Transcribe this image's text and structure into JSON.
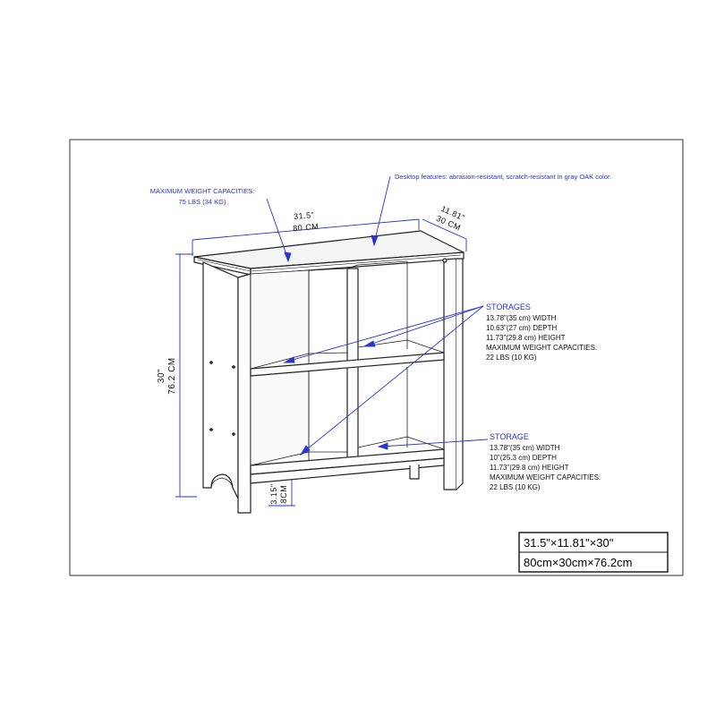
{
  "desktop_note": "Desktop features: abrasion-resistant, scratch-resistant in gray OAK color.",
  "max_weight": {
    "title": "MAXIMUM WEIGHT CAPACITIES:",
    "value": "75 LBS (34 KG)"
  },
  "dimensions": {
    "width_in": "31.5\"",
    "width_cm": "80  CM",
    "depth_in": "11.81\"",
    "depth_cm": "30  CM",
    "height_in": "30\"",
    "height_cm": "76.2  CM",
    "leg_in": "3.15\"",
    "leg_cm": "8CM"
  },
  "storages": {
    "title": "STORAGES",
    "lines": [
      "13.78\"(35 cm) WIDTH",
      "10.63\"(27 cm) DEPTH",
      "11.73\"(29.8 cm) HEIGHT",
      "MAXIMUM WEIGHT CAPACITIES:",
      "22 LBS (10 KG)"
    ]
  },
  "storage": {
    "title": "STORAGE",
    "lines": [
      "13.78\"(35 cm) WIDTH",
      "10\"(25.3 cm) DEPTH",
      "11.73\"(29.8 cm) HEIGHT",
      "MAXIMUM WEIGHT CAPACITIES:",
      "22 LBS (10 KG)"
    ]
  },
  "size_box": {
    "imperial": "31.5\"×11.81\"×30\"",
    "metric": "80cm×30cm×76.2cm"
  },
  "colors": {
    "annotation_blue": "#2a35c8",
    "line": "#222222"
  }
}
